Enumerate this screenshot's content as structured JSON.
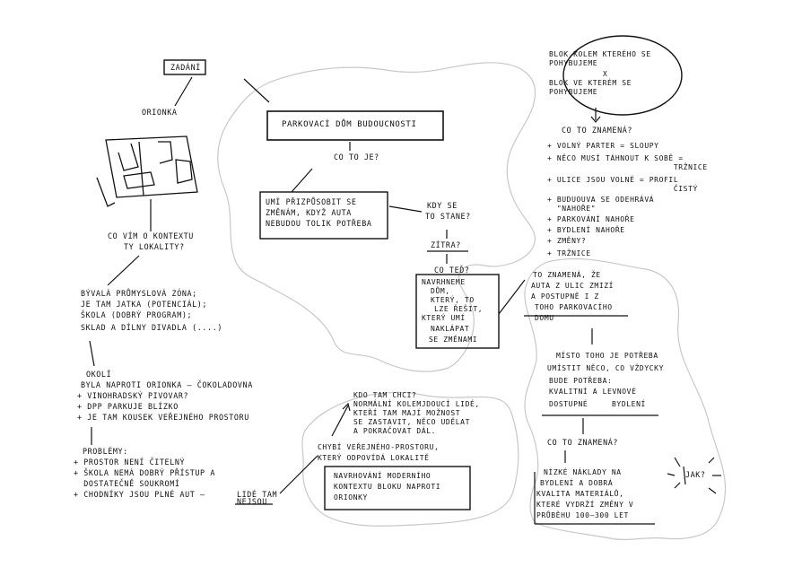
{
  "colors": {
    "ink": "#111111",
    "blob": "#c8c8c8",
    "paper": "#ffffff"
  },
  "zadani": "zadání",
  "orionka": "orionka",
  "question_context": [
    "co vím o kontextu",
    "ty lokality?"
  ],
  "context": [
    "bývalá průmyslová zóna;",
    "je tam jatka (potenciál);",
    "škola (dobrý program);",
    "sklad a dílny divadla (....)"
  ],
  "okoli": [
    "okolí",
    "byla naproti orionka – čokoladovna",
    "+ vinohradský pivovar?",
    "+ dpp parkuje blízko",
    "+ je tam kousek veřejného prostoru"
  ],
  "problems": [
    "problémy:",
    "+ prostor není čitelný",
    "+ škola nemá dobrý přístup a",
    "  dostatečně soukromí",
    "+ chodníky jsou plné aut –"
  ],
  "lide_tam": "lidé tam",
  "nejsou": "nejsou",
  "main_title": "parkovací dům budoucnosti",
  "co_to_je": "co to je?",
  "prizpusobit": [
    "umí přizpůsobit se",
    "změnám, když auta",
    "nebudou tolik potřeba"
  ],
  "kdy_se": [
    "kdy se",
    "to stane?"
  ],
  "zitra": "zítra?",
  "co_ted": "co teď?",
  "navrhneme": [
    "navrhneme",
    "dům,",
    "který, to",
    "lze řešit,",
    "který umí",
    "naklápat",
    "se změnami"
  ],
  "znamena_ze": [
    "to znamená, že",
    "auta z ulic zmizí",
    "a postupně i z",
    "toho parkovacího",
    "domu"
  ],
  "misto_toho": [
    "místo toho je potřeba",
    "umístit něco, co vždycky",
    "bude potřeba:",
    "kvalitní a levnové",
    "dostupné"
  ],
  "bydleni": "bydlení",
  "co_to_znamena2": "co to znamená?",
  "nizsi": [
    "nízké náklady na",
    "bydlení a dobrá",
    "kvalita materiálů,",
    "které vydrží změny v",
    "průběhu 100–300 let"
  ],
  "jak": "jak?",
  "blok_kolem": [
    "blok kolem kterého se",
    "pohybujeme"
  ],
  "x_mark": "x",
  "blok_ve": [
    "blok ve kterém se",
    "pohybujeme"
  ],
  "co_to_znamena1": "co to znamená?",
  "list_right": [
    "+ volný parter = sloupy",
    "+ něco musí táhnout k sobě =",
    "                          tržnice",
    "+ ulice jsou volné = profil",
    "                          čistý",
    "+ buduouva se odehrává",
    "  \"nahoře\"",
    "+ parkování nahoře",
    "+ bydlení nahoře",
    "+ změny?",
    "+ tržnice"
  ],
  "kdo_tam": [
    "kdo tam chci?",
    "normální kolemjdoucí lidé,",
    "kteří tam mají možnost",
    "se zastavit, něco udělat",
    "a pokračovat dál."
  ],
  "chybi": [
    "chybí veřejného-prostoru,",
    "který odpovídá lokalitě"
  ],
  "navrhovani": [
    "navrhování moderního",
    "kontextu bloku naproti",
    "orionky"
  ]
}
